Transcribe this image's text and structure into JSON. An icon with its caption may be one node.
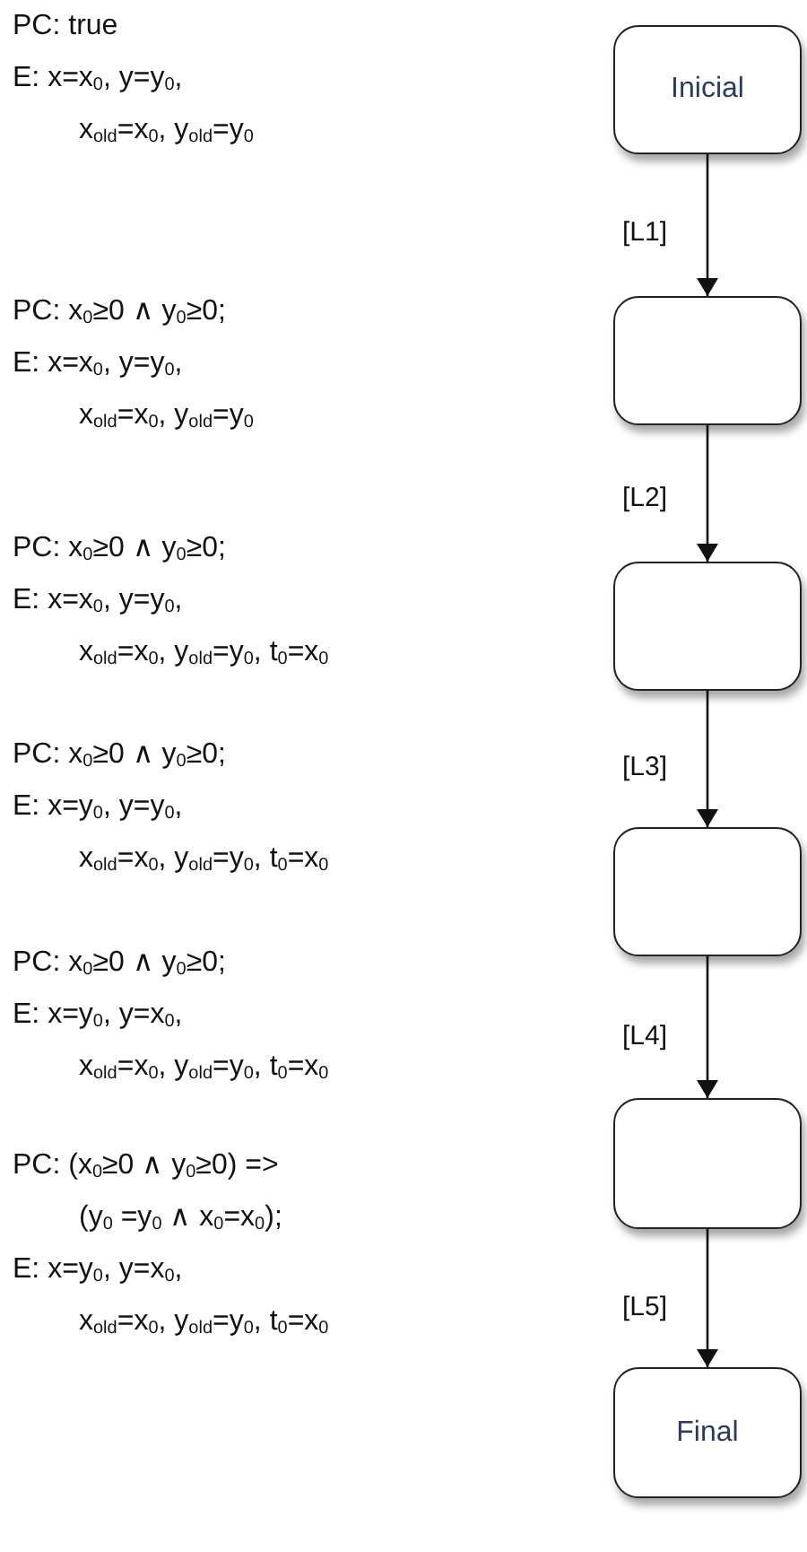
{
  "diagram": {
    "nodes": [
      {
        "text": [
          "Inicial"
        ],
        "beside": [
          "PC: true",
          "E: x=x$_{0}$, y=y$_{0}$, x$_{old}$=x$_{0}$, y$_{old}$=y$_{0}$"
        ]
      },
      {
        "text": [],
        "shape": "box",
        "beside": [
          "PC: x$_{0}$≥0 ∧ y$_{0}$≥0;",
          "E: x=x$_{0}$, y=y$_{0}$, x$_{old}$=x$_{0}$, y$_{old}$=y$_{0}$"
        ]
      },
      {
        "text": [],
        "shape": "box",
        "beside": [
          "PC: x$_{0}$≥0 ∧ y$_{0}$≥0;",
          "E: x=x$_{0}$, y=y$_{0}$, x$_{old}$=x$_{0}$, y$_{old}$=y$_{0}$, t$_{0}$=x$_{0}$"
        ]
      },
      {
        "text": [],
        "shape": "box",
        "beside": [
          "PC: x$_{0}$≥0 ∧ y$_{0}$≥0;",
          "E: x=y$_{0}$, y=y$_{0}$, x$_{old}$=x$_{0}$, y$_{old}$=y$_{0}$, t$_{0}$=x$_{0}$"
        ]
      },
      {
        "text": [],
        "shape": "box",
        "beside": [
          "PC: x$_{0}$≥0 ∧ y$_{0}$≥0;",
          "E: x=y$_{0}$, y=x$_{0}$, x$_{old}$=x$_{0}$, y$_{old}$=y$_{0}$, t$_{0}$=x$_{0}$"
        ]
      },
      {
        "text": [
          "Final"
        ],
        "beside": [
          "PC: (x$_{0}$≥0 ∧ y$_{0}$≥0) => (y$_{0}$ =y$_{0}$ ∧ x$_{0}$=x$_{0}$);",
          "E: x=y$_{0}$, y=x$_{0}$, x$_{old}$=x$_{0}$, y$_{old}$=y$_{0}$, t$_{0}$=x$_{0}$"
        ]
      }
    ],
    "edges": [
      {
        "from": 0,
        "to": 1,
        "arrow": "to",
        "label": "[L1]"
      },
      {
        "from": 1,
        "to": 2,
        "arrow": "to",
        "label": "[L2]"
      },
      {
        "from": 2,
        "to": 3,
        "arrow": "to",
        "label": "[L3]"
      },
      {
        "from": 3,
        "to": 4,
        "arrow": "to",
        "label": "[L4]"
      },
      {
        "from": 4,
        "to": 5,
        "arrow": "to",
        "label": "[L5]"
      }
    ]
  }
}
